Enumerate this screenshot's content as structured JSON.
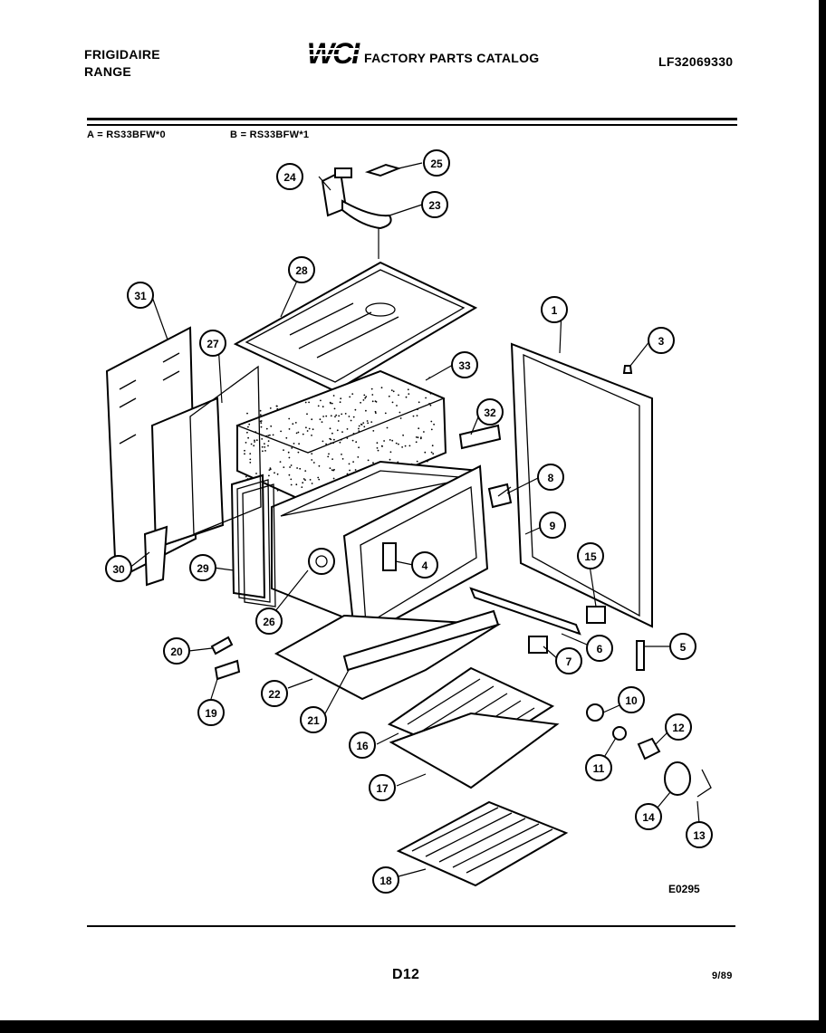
{
  "header": {
    "brand_line1": "FRIGIDAIRE",
    "brand_line2": "RANGE",
    "logo_text": "WCI",
    "catalog_title": "FACTORY PARTS CATALOG",
    "catalog_number": "LF32069330"
  },
  "models": {
    "a": "A = RS33BFW*0",
    "b": "B = RS33BFW*1"
  },
  "callouts": [
    "1",
    "3",
    "4",
    "5",
    "6",
    "7",
    "8",
    "9",
    "10",
    "11",
    "12",
    "13",
    "14",
    "15",
    "16",
    "17",
    "18",
    "19",
    "20",
    "21",
    "22",
    "23",
    "24",
    "25",
    "26",
    "27",
    "28",
    "29",
    "30",
    "31",
    "32",
    "33"
  ],
  "diagram_code": "E0295",
  "footer": {
    "page_code": "D12",
    "date": "9/89"
  }
}
